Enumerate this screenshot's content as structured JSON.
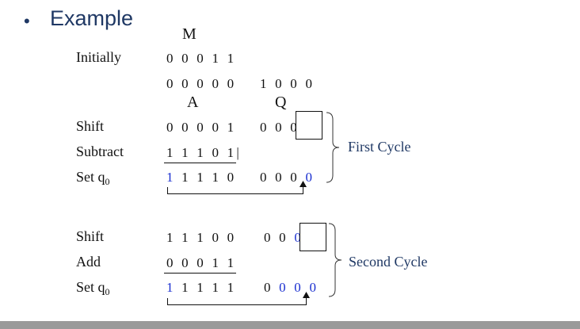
{
  "slide": {
    "bullet": "•",
    "title": "Example"
  },
  "headers": {
    "m": "M",
    "a": "A",
    "q": "Q"
  },
  "initial": {
    "label": "Initially",
    "m_bits": "0 0 0 1 1",
    "a_bits": "0 0 0 0 0",
    "q_bits": "1 0 0 0"
  },
  "first_cycle": {
    "label": "First Cycle",
    "shift": {
      "label": "Shift",
      "a_bits": "0 0 0 0 1",
      "q_bits": "0 0 0"
    },
    "subtract": {
      "label": "Subtract",
      "a_bits": "1 1 1 0 1",
      "cursor": "|"
    },
    "set_q0": {
      "label_main": "Set q",
      "label_sub": "0",
      "a_first": "1",
      "a_rest": "1 1 1 0",
      "q_prefix": "0 0 0",
      "q_last": "0"
    }
  },
  "second_cycle": {
    "label": "Second Cycle",
    "shift": {
      "label": "Shift",
      "a_bits": "1 1 1 0 0",
      "q_prefix": "0 0",
      "q_last": "0"
    },
    "add": {
      "label": "Add",
      "a_bits": "0 0 0 1 1"
    },
    "set_q0": {
      "label_main": "Set q",
      "label_sub": "0",
      "a_first": "1",
      "a_rest": "1 1 1 1",
      "q_prefix": "0",
      "q_last": "0 0 0"
    }
  },
  "colors": {
    "title": "#1f3864",
    "highlight": "#1a2fd0",
    "footer_bar": "#9a9a9a"
  }
}
